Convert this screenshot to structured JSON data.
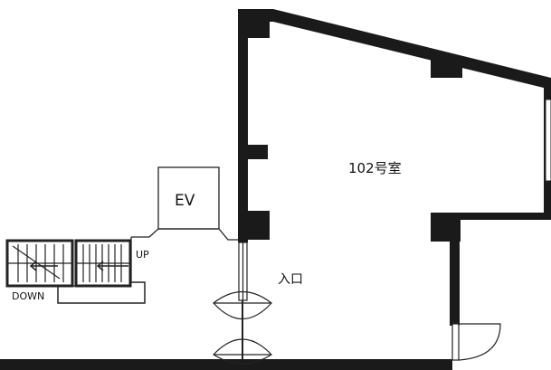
{
  "labels": {
    "room": "102号室",
    "elevator": "EV",
    "entrance": "入口",
    "stairs_up": "UP",
    "stairs_down": "DOWN"
  },
  "colors": {
    "wall": "#1a1a1a",
    "line": "#222222",
    "background": "#ffffff"
  }
}
